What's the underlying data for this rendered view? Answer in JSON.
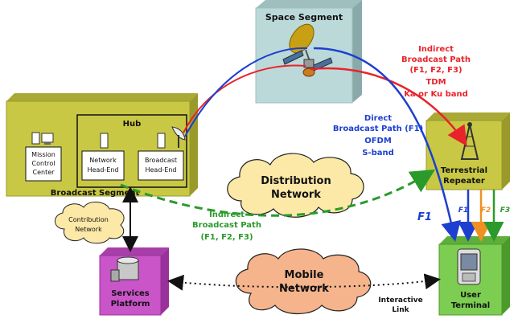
{
  "diagram": {
    "space_segment": {
      "title": "Space Segment"
    },
    "broadcast_segment": {
      "label": "Broadcast Segment"
    },
    "hub": {
      "title": "Hub"
    },
    "mission_control": {
      "line1": "Mission",
      "line2": "Control",
      "line3": "Center"
    },
    "network_headend": {
      "line1": "Network",
      "line2": "Head-End"
    },
    "broadcast_headend": {
      "line1": "Broadcast",
      "line2": "Head-End"
    },
    "terrestrial_repeater": {
      "line1": "Terrestrial",
      "line2": "Repeater"
    },
    "user_terminal": {
      "line1": "User",
      "line2": "Terminal"
    },
    "services_platform": {
      "line1": "Services",
      "line2": "Platform"
    },
    "distribution_network": {
      "line1": "Distribution",
      "line2": "Network"
    },
    "contribution_network": {
      "line1": "Contribution",
      "line2": "Network"
    },
    "mobile_network": {
      "line1": "Mobile",
      "line2": "Network"
    },
    "indirect_path_top": {
      "line1": "Indirect",
      "line2": "Broadcast Path",
      "line3": "(F1, F2, F3)",
      "line4": "TDM",
      "line5": "Ka or Ku band"
    },
    "direct_path": {
      "line1": "Direct",
      "line2": "Broadcast Path (F1)",
      "line3": "OFDM",
      "line4": "S-band"
    },
    "indirect_path_bottom": {
      "line1": "Indirect",
      "line2": "Broadcast Path",
      "line3": "(F1, F2, F3)"
    },
    "f1_main": "F1",
    "f1_small": "F1",
    "f2_small": "F2",
    "f3_small": "F3",
    "interactive_link": {
      "line1": "Interactive",
      "line2": "Link"
    }
  },
  "colors": {
    "olive": "#c8c845",
    "space_teal": "#bcd9d9",
    "green_box": "#7ccd52",
    "magenta_box": "#c955c9",
    "cloud": "#fde9a7",
    "mobile_cloud": "#f5b48c",
    "red_path": "#e8232a",
    "blue_path": "#1c3fd0",
    "green_path": "#2a9a2a",
    "orange_path": "#f09020"
  }
}
